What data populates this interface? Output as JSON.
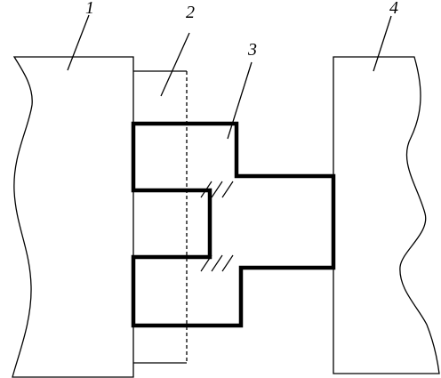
{
  "labels": {
    "part1": "1",
    "part2": "2",
    "part3": "3",
    "part4": "4"
  }
}
